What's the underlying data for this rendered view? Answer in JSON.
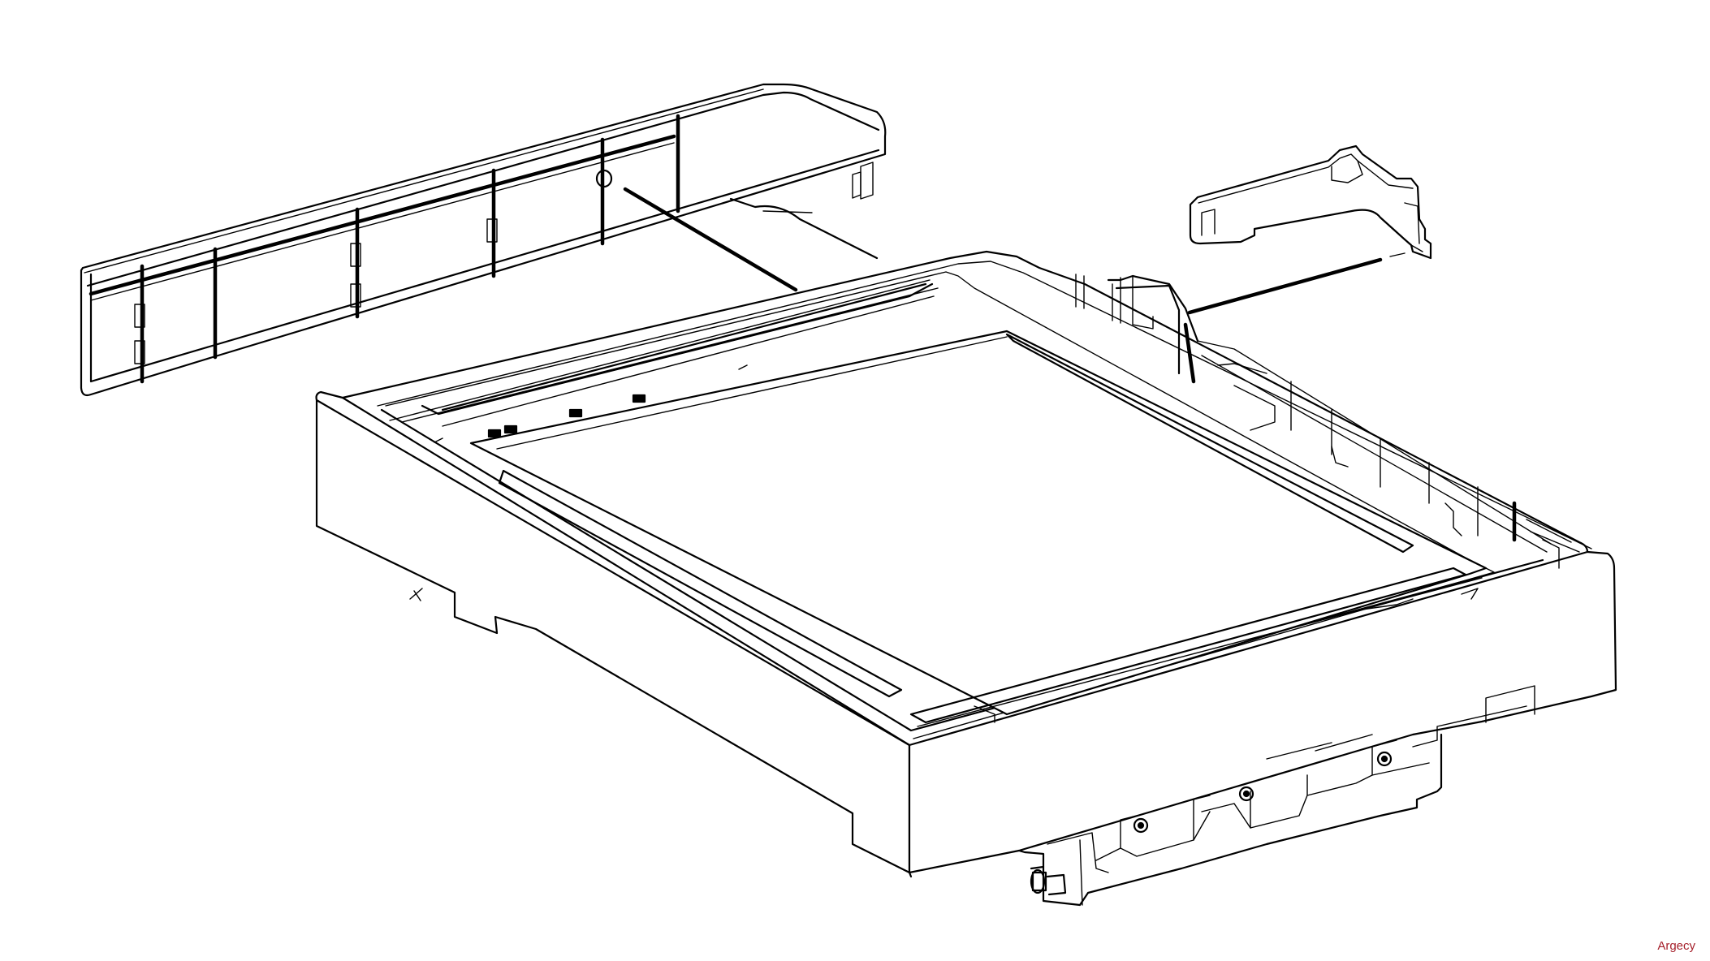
{
  "watermark": {
    "text": "Argecy"
  },
  "colors": {
    "line": "#000000",
    "background": "#ffffff",
    "watermark": "#a51f2a"
  },
  "parts": [
    "left-side-cover",
    "right-bracket",
    "paper-tray-base"
  ]
}
